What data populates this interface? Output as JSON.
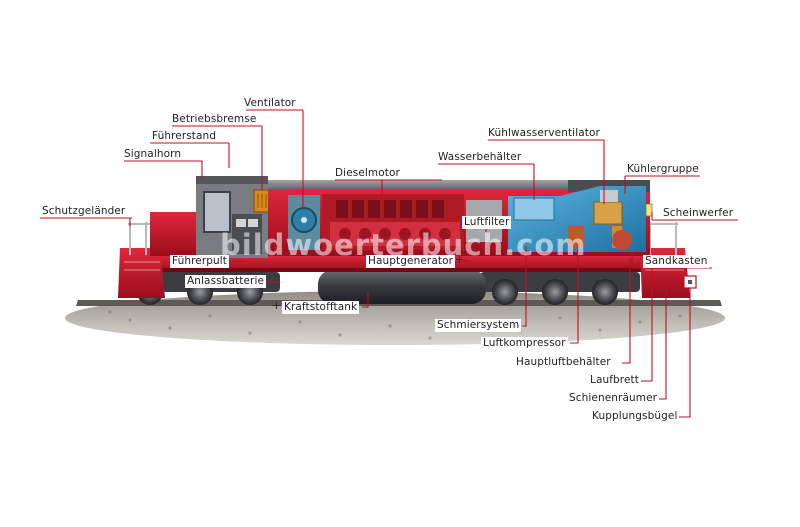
{
  "colors": {
    "leader_line": "#c01020",
    "body_red": "#c8102e",
    "dark_red": "#8a0d1a",
    "roof_grey": "#7d7f86",
    "engine_red": "#b01a24",
    "cooling_blue": "#3a95c8",
    "ground": "#a9a79f"
  },
  "icons": [
    "locomotive-illustration"
  ],
  "watermark": "bildwoerterbuch.com",
  "labels": {
    "ventilator": "Ventilator",
    "betriebsbremse": "Betriebsbremse",
    "fuehrerstand": "Führerstand",
    "signalhorn": "Signalhorn",
    "schutzgelaender": "Schutzgeländer",
    "dieselmotor": "Dieselmotor",
    "wasserbehaelter": "Wasserbehälter",
    "kuehlwasserventilator": "Kühlwasserventilator",
    "kuehlergruppe": "Kühlergruppe",
    "scheinwerfer": "Scheinwerfer",
    "luftfilter": "Luftfilter",
    "fuehrerpult": "Führerpult",
    "hauptgenerator": "Hauptgenerator",
    "sandkasten": "Sandkasten",
    "anlassbatterie": "Anlassbatterie",
    "kraftstofftank": "Kraftstofftank",
    "schmiersystem": "Schmiersystem",
    "luftkompressor": "Luftkompressor",
    "hauptluftbehaelter": "Hauptluftbehälter",
    "laufbrett": "Laufbrett",
    "schienenraeumer": "Schienenräumer",
    "kupplungsbuegel": "Kupplungsbügel"
  }
}
